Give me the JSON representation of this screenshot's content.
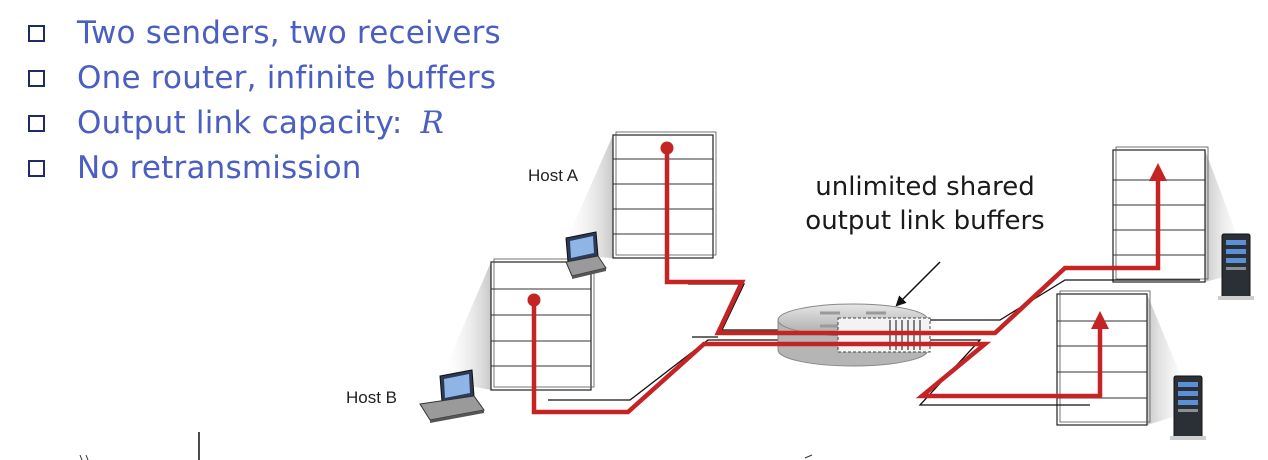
{
  "bullets": [
    {
      "text": "Two senders, two receivers"
    },
    {
      "text": "One router, infinite buffers"
    },
    {
      "text": "Output link capacity: ",
      "var": "R"
    },
    {
      "text": "No retransmission"
    }
  ],
  "labels": {
    "host_a": "Host A",
    "host_b": "Host B",
    "buffer_line1": "unlimited shared",
    "buffer_line2": "output link buffers"
  },
  "colors": {
    "bullet_text": "#4a5fc1",
    "flow_path": "#c42424",
    "link_line": "#111111",
    "checkbox": "#1f2a6b"
  },
  "icons": [
    "laptop-icon",
    "server-icon",
    "router-icon",
    "buffer-stack-icon"
  ]
}
